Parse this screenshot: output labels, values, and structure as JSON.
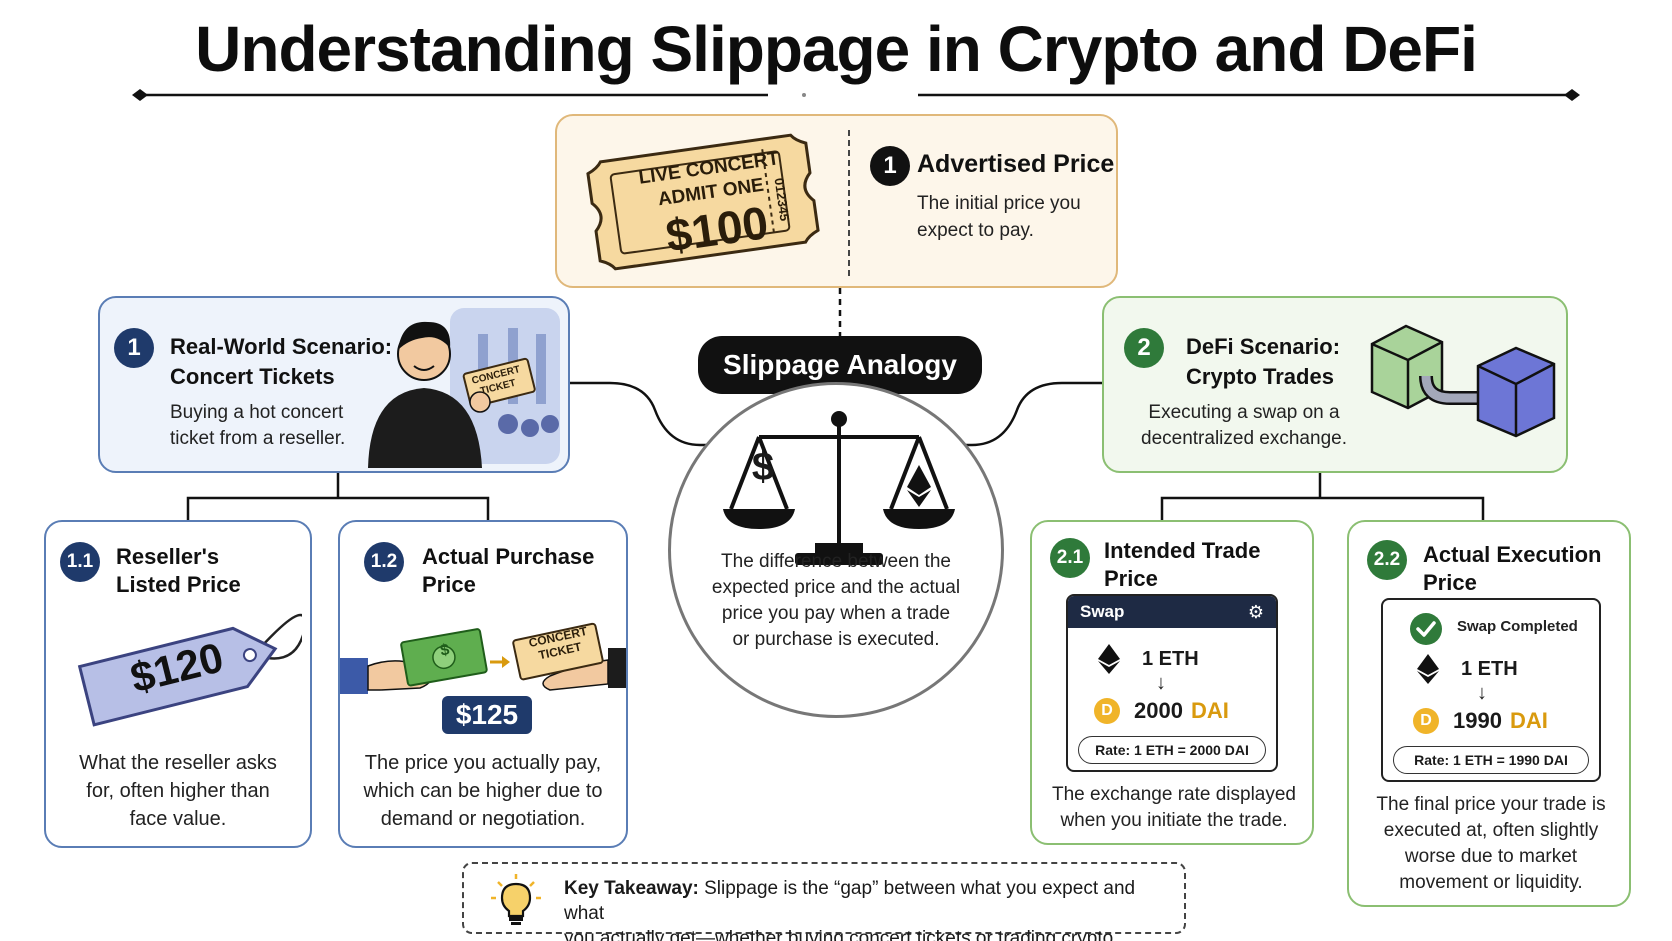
{
  "title": "Understanding Slippage in Crypto and DeFi",
  "advertised": {
    "ticket_line1": "LIVE CONCERT",
    "ticket_line2": "ADMIT ONE",
    "ticket_price": "$100",
    "ticket_serial": "012345",
    "number": "1",
    "heading": "Advertised Price",
    "desc_line1": "The initial price you",
    "desc_line2": "expect to pay."
  },
  "analogy": {
    "label": "Slippage Analogy",
    "dollar_symbol": "$",
    "desc_lines": [
      "The difference between the",
      "expected price and the actual",
      "price you pay when a trade",
      "or purchase is executed."
    ]
  },
  "real_world": {
    "number": "1",
    "heading_line1": "Real-World Scenario:",
    "heading_line2": "Concert Tickets",
    "desc_line1": "Buying a hot concert",
    "desc_line2": "ticket from a reseller.",
    "held_ticket_line1": "CONCERT",
    "held_ticket_line2": "TICKET"
  },
  "listed": {
    "number": "1.1",
    "heading_line1": "Reseller's",
    "heading_line2": "Listed Price",
    "tag_price": "$120",
    "desc_lines": [
      "What the reseller asks",
      "for, often higher than",
      "face value."
    ]
  },
  "purchase": {
    "number": "1.2",
    "heading_line1": "Actual Purchase",
    "heading_line2": "Price",
    "bill_symbol": "$",
    "ticket_line1": "CONCERT",
    "ticket_line2": "TICKET",
    "price": "$125",
    "desc_lines": [
      "The price you actually pay,",
      "which can be higher due to",
      "demand or negotiation."
    ]
  },
  "defi": {
    "number": "2",
    "heading_line1": "DeFi Scenario:",
    "heading_line2": "Crypto Trades",
    "desc_line1": "Executing a swap on a",
    "desc_line2": "decentralized exchange."
  },
  "intended": {
    "number": "2.1",
    "heading_line1": "Intended Trade",
    "heading_line2": "Price",
    "box_title": "Swap",
    "from_amount": "1 ETH",
    "to_amount": "2000",
    "to_token": "DAI",
    "dai_glyph": "D",
    "rate": "Rate:  1 ETH = 2000 DAI",
    "desc_lines": [
      "The exchange rate displayed",
      "when you initiate the trade."
    ]
  },
  "actual": {
    "number": "2.2",
    "heading_line1": "Actual Execution",
    "heading_line2": "Price",
    "status": "Swap Completed",
    "from_amount": "1 ETH",
    "to_amount": "1990",
    "to_token": "DAI",
    "dai_glyph": "D",
    "rate": "Rate:  1 ETH = 1990 DAI",
    "desc_lines": [
      "The final price your trade is",
      "executed at, often slightly",
      "worse due to market",
      "movement or liquidity."
    ]
  },
  "takeaway": {
    "label": "Key Takeaway:",
    "text_line1": " Slippage is the “gap” between what you expect and what",
    "text_line2": "you actually get—whether buying concert tickets or trading crypto."
  },
  "colors": {
    "navy": "#1f3a6b",
    "green": "#2f7a3a",
    "ticket": "#f6d9a0",
    "dai": "#f0b429"
  }
}
